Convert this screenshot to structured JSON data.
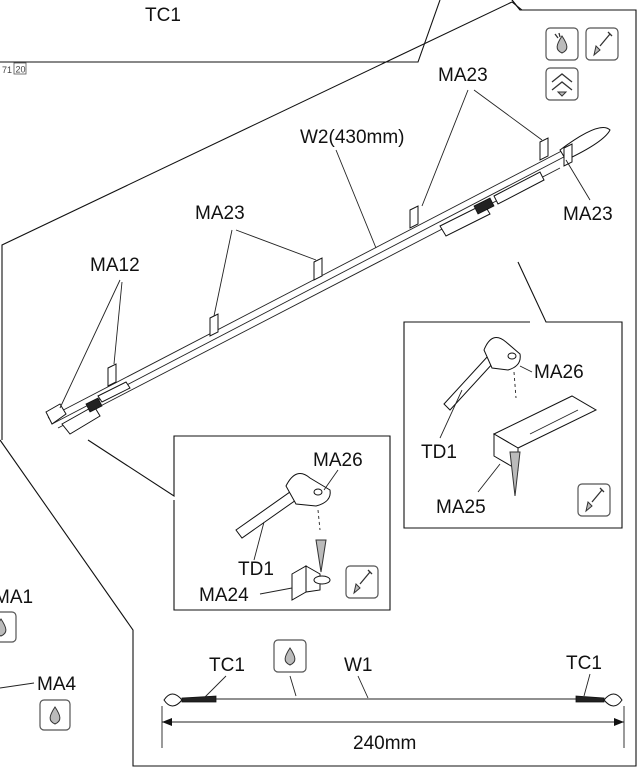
{
  "labels": {
    "tc1_top": "TC1",
    "page_ref": "71",
    "page_ref_box": "20",
    "ma23_top": "MA23",
    "w2": "W2(430mm)",
    "ma23_right": "MA23",
    "ma23_mid": "MA23",
    "ma12": "MA12",
    "ma26_right": "MA26",
    "td1_right": "TD1",
    "ma25": "MA25",
    "ma26_lower": "MA26",
    "td1_lower": "TD1",
    "ma24": "MA24",
    "ma1": "MA1",
    "ma4": "MA4",
    "tc1_wire_left": "TC1",
    "w1": "W1",
    "tc1_wire_right": "TC1",
    "dimension": "240mm"
  },
  "icons": {
    "glue": "glue-drop-icon",
    "paint": "paint-brush-icon",
    "fold": "fold-chevron-icon"
  }
}
